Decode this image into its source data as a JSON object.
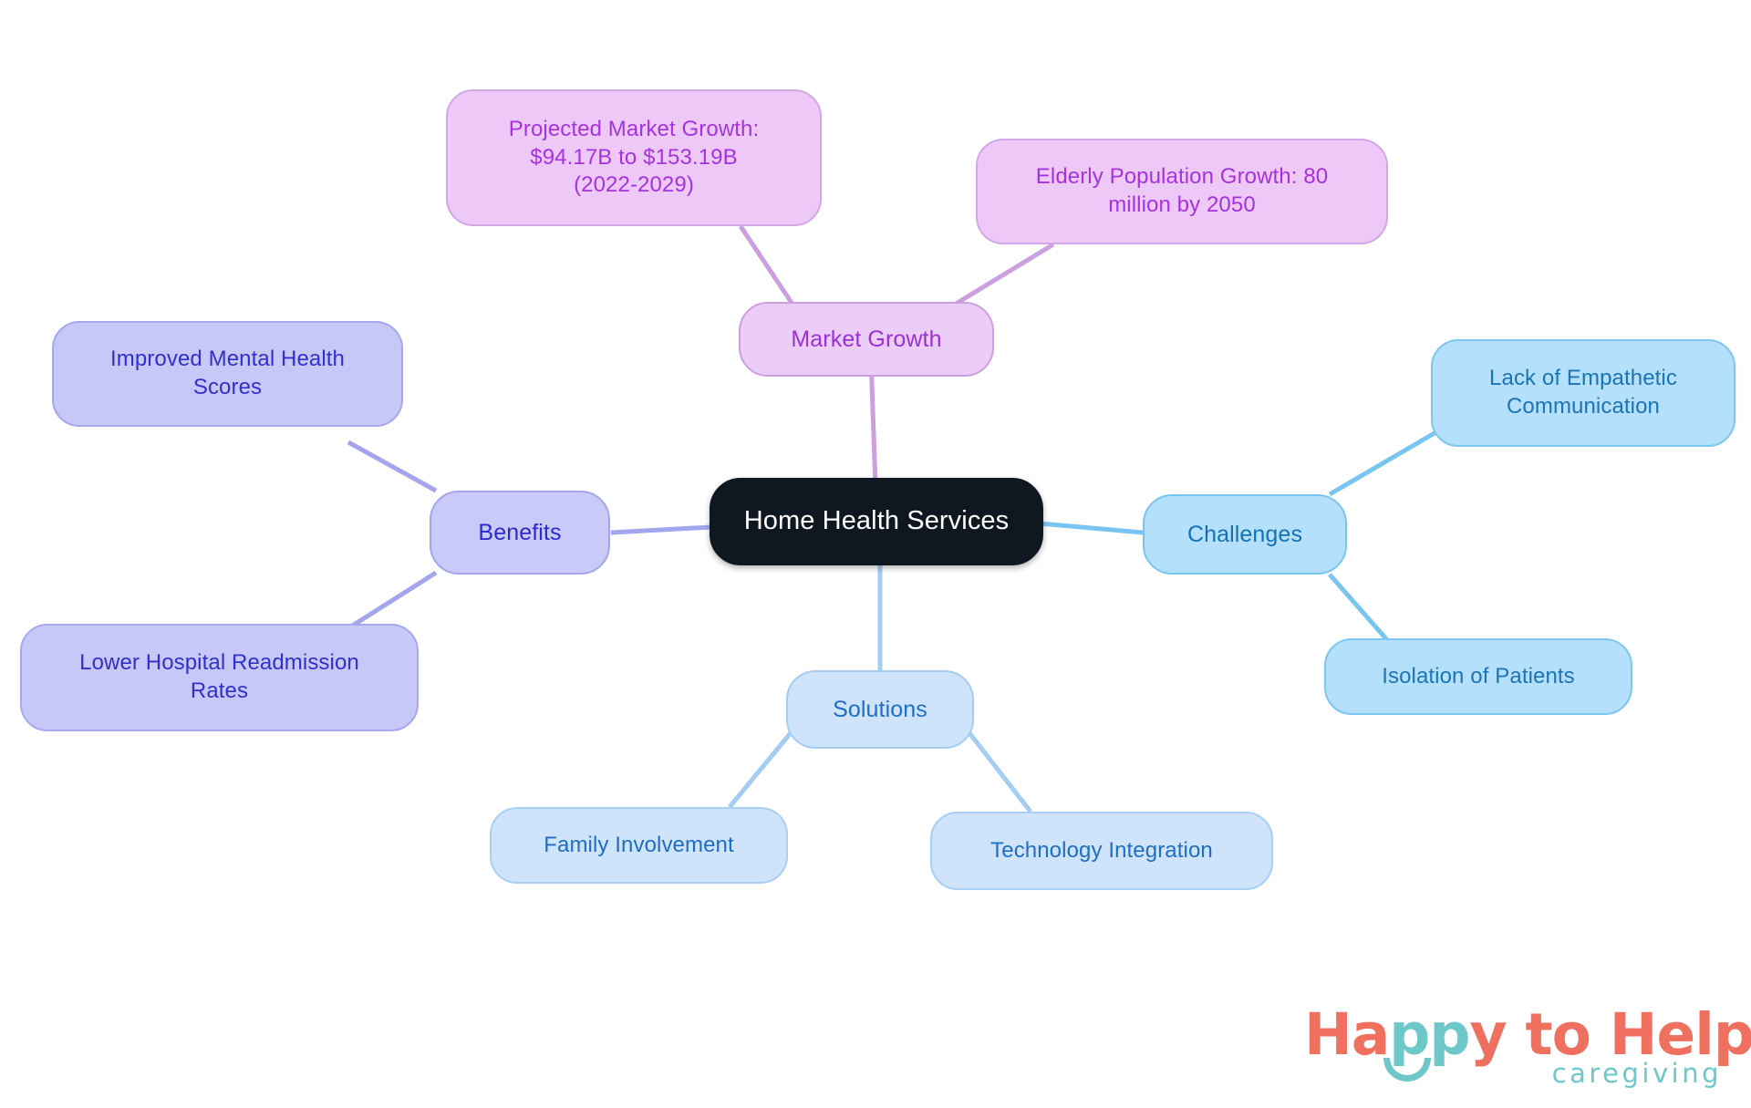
{
  "diagram": {
    "type": "mindmap",
    "title": "Home Health Services",
    "root": {
      "id": "root",
      "label": "Home Health Services"
    },
    "branches": [
      {
        "id": "market-growth",
        "label": "Market Growth",
        "color": "#eccdf7",
        "text_color": "#9b30d9",
        "edge_color": "#cb9fe0",
        "children": [
          {
            "id": "projected-market-growth",
            "label": "Projected Market Growth:\n$94.17B to $153.19B\n(2022-2029)"
          },
          {
            "id": "elderly-population-growth",
            "label": "Elderly Population Growth: 80\nmillion by 2050"
          }
        ]
      },
      {
        "id": "benefits",
        "label": "Benefits",
        "color": "#c9caf7",
        "text_color": "#2a2ad0",
        "edge_color": "#a3a6ec",
        "children": [
          {
            "id": "improved-mental-health-scores",
            "label": "Improved Mental Health\nScores"
          },
          {
            "id": "lower-hospital-readmission-rates",
            "label": "Lower Hospital Readmission\nRates"
          }
        ]
      },
      {
        "id": "challenges",
        "label": "Challenges",
        "color": "#b5e0fb",
        "text_color": "#1372b5",
        "edge_color": "#77c5f0",
        "children": [
          {
            "id": "lack-of-empathetic-communication",
            "label": "Lack of Empathetic\nCommunication"
          },
          {
            "id": "isolation-of-patients",
            "label": "Isolation of Patients"
          }
        ]
      },
      {
        "id": "solutions",
        "label": "Solutions",
        "color": "#cfe4fb",
        "text_color": "#1f6ec5",
        "edge_color": "#a4cdf3",
        "children": [
          {
            "id": "family-involvement",
            "label": "Family Involvement"
          },
          {
            "id": "technology-integration",
            "label": "Technology Integration"
          }
        ]
      }
    ]
  },
  "logo": {
    "word1": "Ha",
    "word_pp": "pp",
    "word2": "y to Help",
    "tagline": "caregiving",
    "primary_color": "#f0705f",
    "accent_color": "#6ec8c9"
  }
}
